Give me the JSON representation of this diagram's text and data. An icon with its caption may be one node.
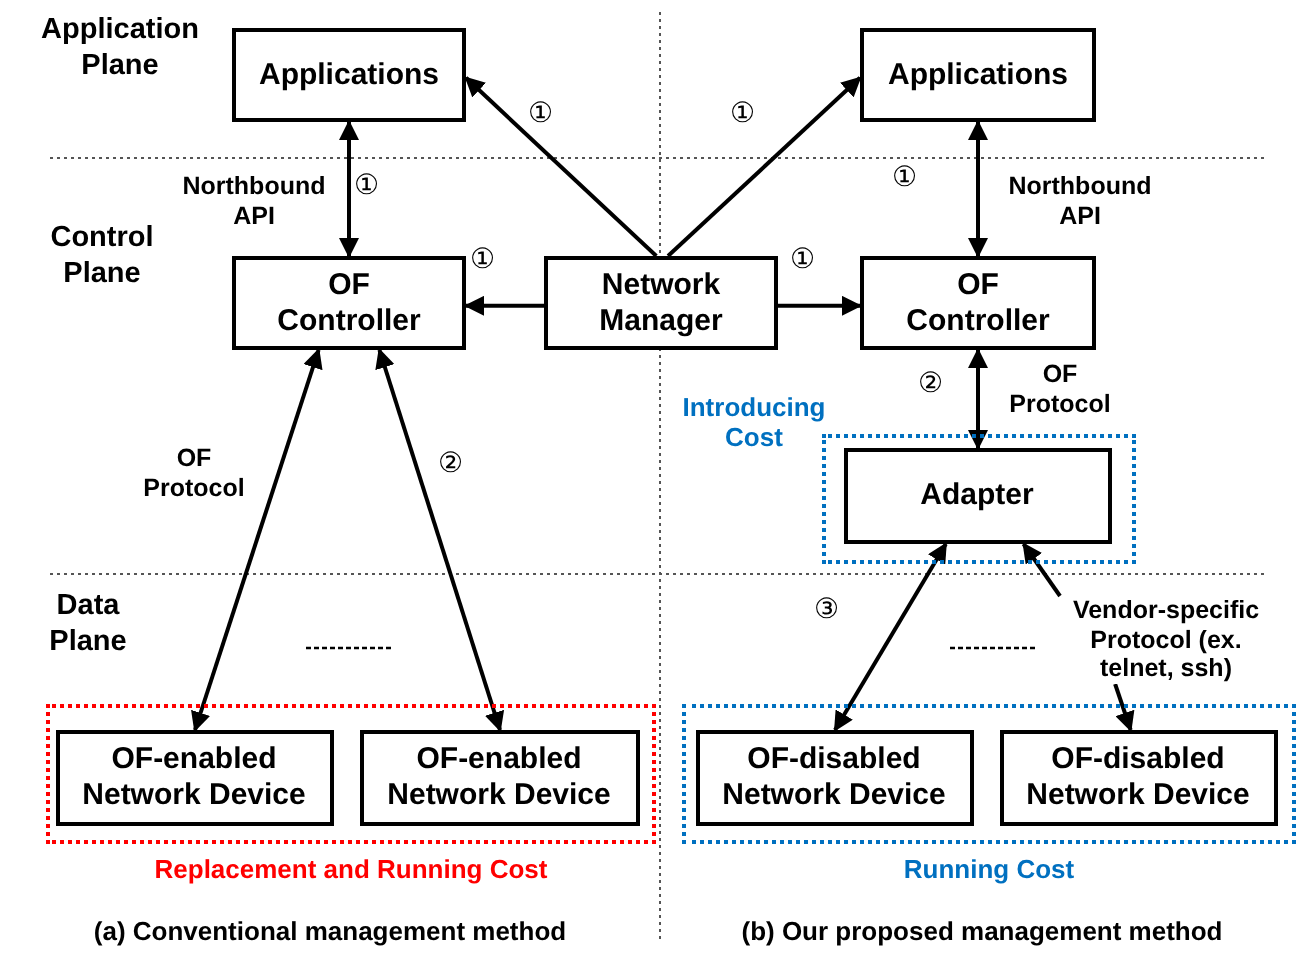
{
  "diagram": {
    "nodes": [
      {
        "text": [
          "Applications"
        ]
      },
      {
        "text": [
          "Applications"
        ]
      },
      {
        "text": [
          "OF Controller"
        ]
      },
      {
        "text": [
          "Network Manager"
        ]
      },
      {
        "text": [
          "OF Controller"
        ]
      },
      {
        "text": [],
        "shape": "box",
        "beside": [
          "Replacement and Running Cost"
        ]
      },
      {
        "text": [
          "OF-enabled Network Device"
        ],
        "in": 5
      },
      {
        "text": [
          "OF-enabled Network Device"
        ],
        "in": 5
      },
      {
        "text": [],
        "shape": "box",
        "beside": [
          "Introducing Cost"
        ]
      },
      {
        "text": [
          "Adapter"
        ],
        "in": 8
      },
      {
        "text": [],
        "shape": "box",
        "beside": [
          "Running Cost"
        ]
      },
      {
        "text": [
          "OF-disabled Network Device"
        ],
        "in": 10
      },
      {
        "text": [
          "OF-disabled Network Device"
        ],
        "in": 10
      },
      {
        "text": [
          "Vendor-specific Protocol (ex. telnet, ssh)"
        ]
      }
    ],
    "edges": [
      {
        "from": 0,
        "to": 2,
        "arrow": "both",
        "label": "①"
      },
      {
        "from": 3,
        "to": 0,
        "arrow": "to",
        "label": "①"
      },
      {
        "from": 3,
        "to": 1,
        "arrow": "to",
        "label": "①"
      },
      {
        "from": 3,
        "to": 2,
        "arrow": "to",
        "label": "①"
      },
      {
        "from": 3,
        "to": 4,
        "arrow": "to",
        "label": "①"
      },
      {
        "from": 1,
        "to": 4,
        "arrow": "both",
        "label": "①"
      },
      {
        "from": 4,
        "to": 9,
        "arrow": "both",
        "label": "②"
      },
      {
        "from": 2,
        "to": 6,
        "arrow": "both"
      },
      {
        "from": 2,
        "to": 7,
        "arrow": "both",
        "label": "②"
      },
      {
        "from": 9,
        "to": 11,
        "arrow": "both",
        "label": "③"
      },
      {
        "from": 13,
        "to": 9,
        "arrow": "to"
      },
      {
        "from": 13,
        "to": 12,
        "arrow": "to"
      }
    ],
    "labels": [
      "Application Plane",
      "Control Plane",
      "Data Plane",
      "Northbound API",
      "Northbound API",
      "OF Protocol",
      "OF Protocol",
      "(a) Conventional management method",
      "(b) Our proposed management method"
    ]
  }
}
